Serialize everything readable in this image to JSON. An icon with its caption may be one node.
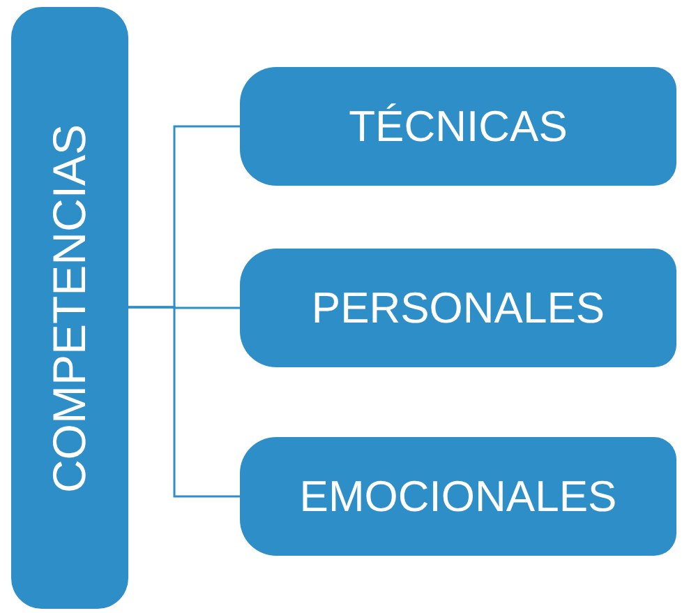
{
  "diagram": {
    "nodes": [
      {
        "text": [
          "COMPETENCIAS"
        ]
      },
      {
        "text": [
          "TÉCNICAS"
        ]
      },
      {
        "text": [
          "PERSONALES"
        ]
      },
      {
        "text": [
          "EMOCIONALES"
        ]
      }
    ],
    "edges": [
      {
        "from": 0,
        "to": 1,
        "arrow": "none"
      },
      {
        "from": 0,
        "to": 2,
        "arrow": "none"
      },
      {
        "from": 0,
        "to": 3,
        "arrow": "none"
      }
    ]
  }
}
